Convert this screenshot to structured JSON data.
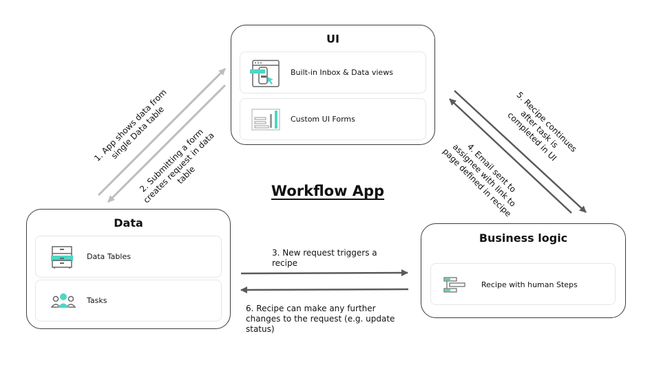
{
  "title": "Workflow App",
  "colors": {
    "accent": "#4fd6c4",
    "arrow_light": "#bdbdbd",
    "arrow_dark": "#5a5a5a",
    "border": "#3b3b3b"
  },
  "nodes": {
    "ui": {
      "title": "UI",
      "items": [
        {
          "label": "Built-in Inbox & Data views",
          "icon": "inbox-window-icon"
        },
        {
          "label": "Custom UI Forms",
          "icon": "form-layout-icon"
        }
      ]
    },
    "data": {
      "title": "Data",
      "items": [
        {
          "label": "Data Tables",
          "icon": "file-cabinet-icon"
        },
        {
          "label": "Tasks",
          "icon": "people-group-icon"
        }
      ]
    },
    "business": {
      "title": "Business logic",
      "items": [
        {
          "label": "Recipe with human Steps",
          "icon": "recipe-steps-icon"
        }
      ]
    }
  },
  "edges": [
    {
      "from": "data",
      "to": "ui",
      "label": "1. App shows data from single Data table"
    },
    {
      "from": "ui",
      "to": "data",
      "label": "2. Submitting a form creates request in data table"
    },
    {
      "from": "data",
      "to": "business",
      "label": "3. New request triggers a recipe"
    },
    {
      "from": "business",
      "to": "ui",
      "label": "4. Email sent to assignee with link to page defined in recipe"
    },
    {
      "from": "ui",
      "to": "business",
      "label": "5. Recipe continues after task is completed in UI"
    },
    {
      "from": "business",
      "to": "data",
      "label": "6. Recipe can make any further changes to the request (e.g. update status)"
    }
  ]
}
